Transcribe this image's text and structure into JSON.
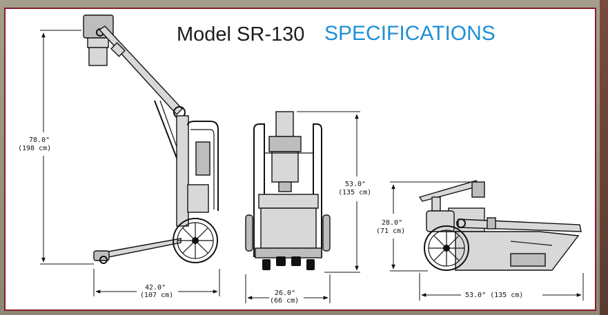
{
  "header": {
    "model": "Model SR-130",
    "specifications": "SPECIFICATIONS"
  },
  "dimensions": {
    "side_height_in": "78.0\"",
    "side_height_cm": "(198  cm)",
    "side_length_in": "42.0\"",
    "side_length_cm": "(107  cm)",
    "front_height_in": "53.0\"",
    "front_height_cm": "(135  cm)",
    "front_width_in": "26.0\"",
    "front_width_cm": "(66  cm)",
    "folded_height_in": "28.0\"",
    "folded_height_cm": "(71  cm)",
    "folded_length": "53.0\"  (135  cm)"
  },
  "colors": {
    "border": "#8a1a2c",
    "title_accent": "#1e8fd6",
    "line": "#111111"
  }
}
